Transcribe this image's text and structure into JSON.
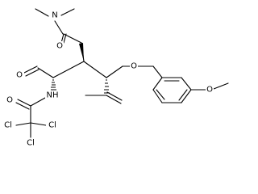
{
  "molecule": {
    "atoms": {
      "n_amide": "N",
      "o_amide": "O",
      "o_aldehyde": "O",
      "nh": "NH",
      "o_trichloroacetyl": "O",
      "o_ether": "O",
      "o_methoxy": "O",
      "cl_1": "Cl",
      "cl_2": "Cl",
      "cl_3": "Cl"
    }
  }
}
